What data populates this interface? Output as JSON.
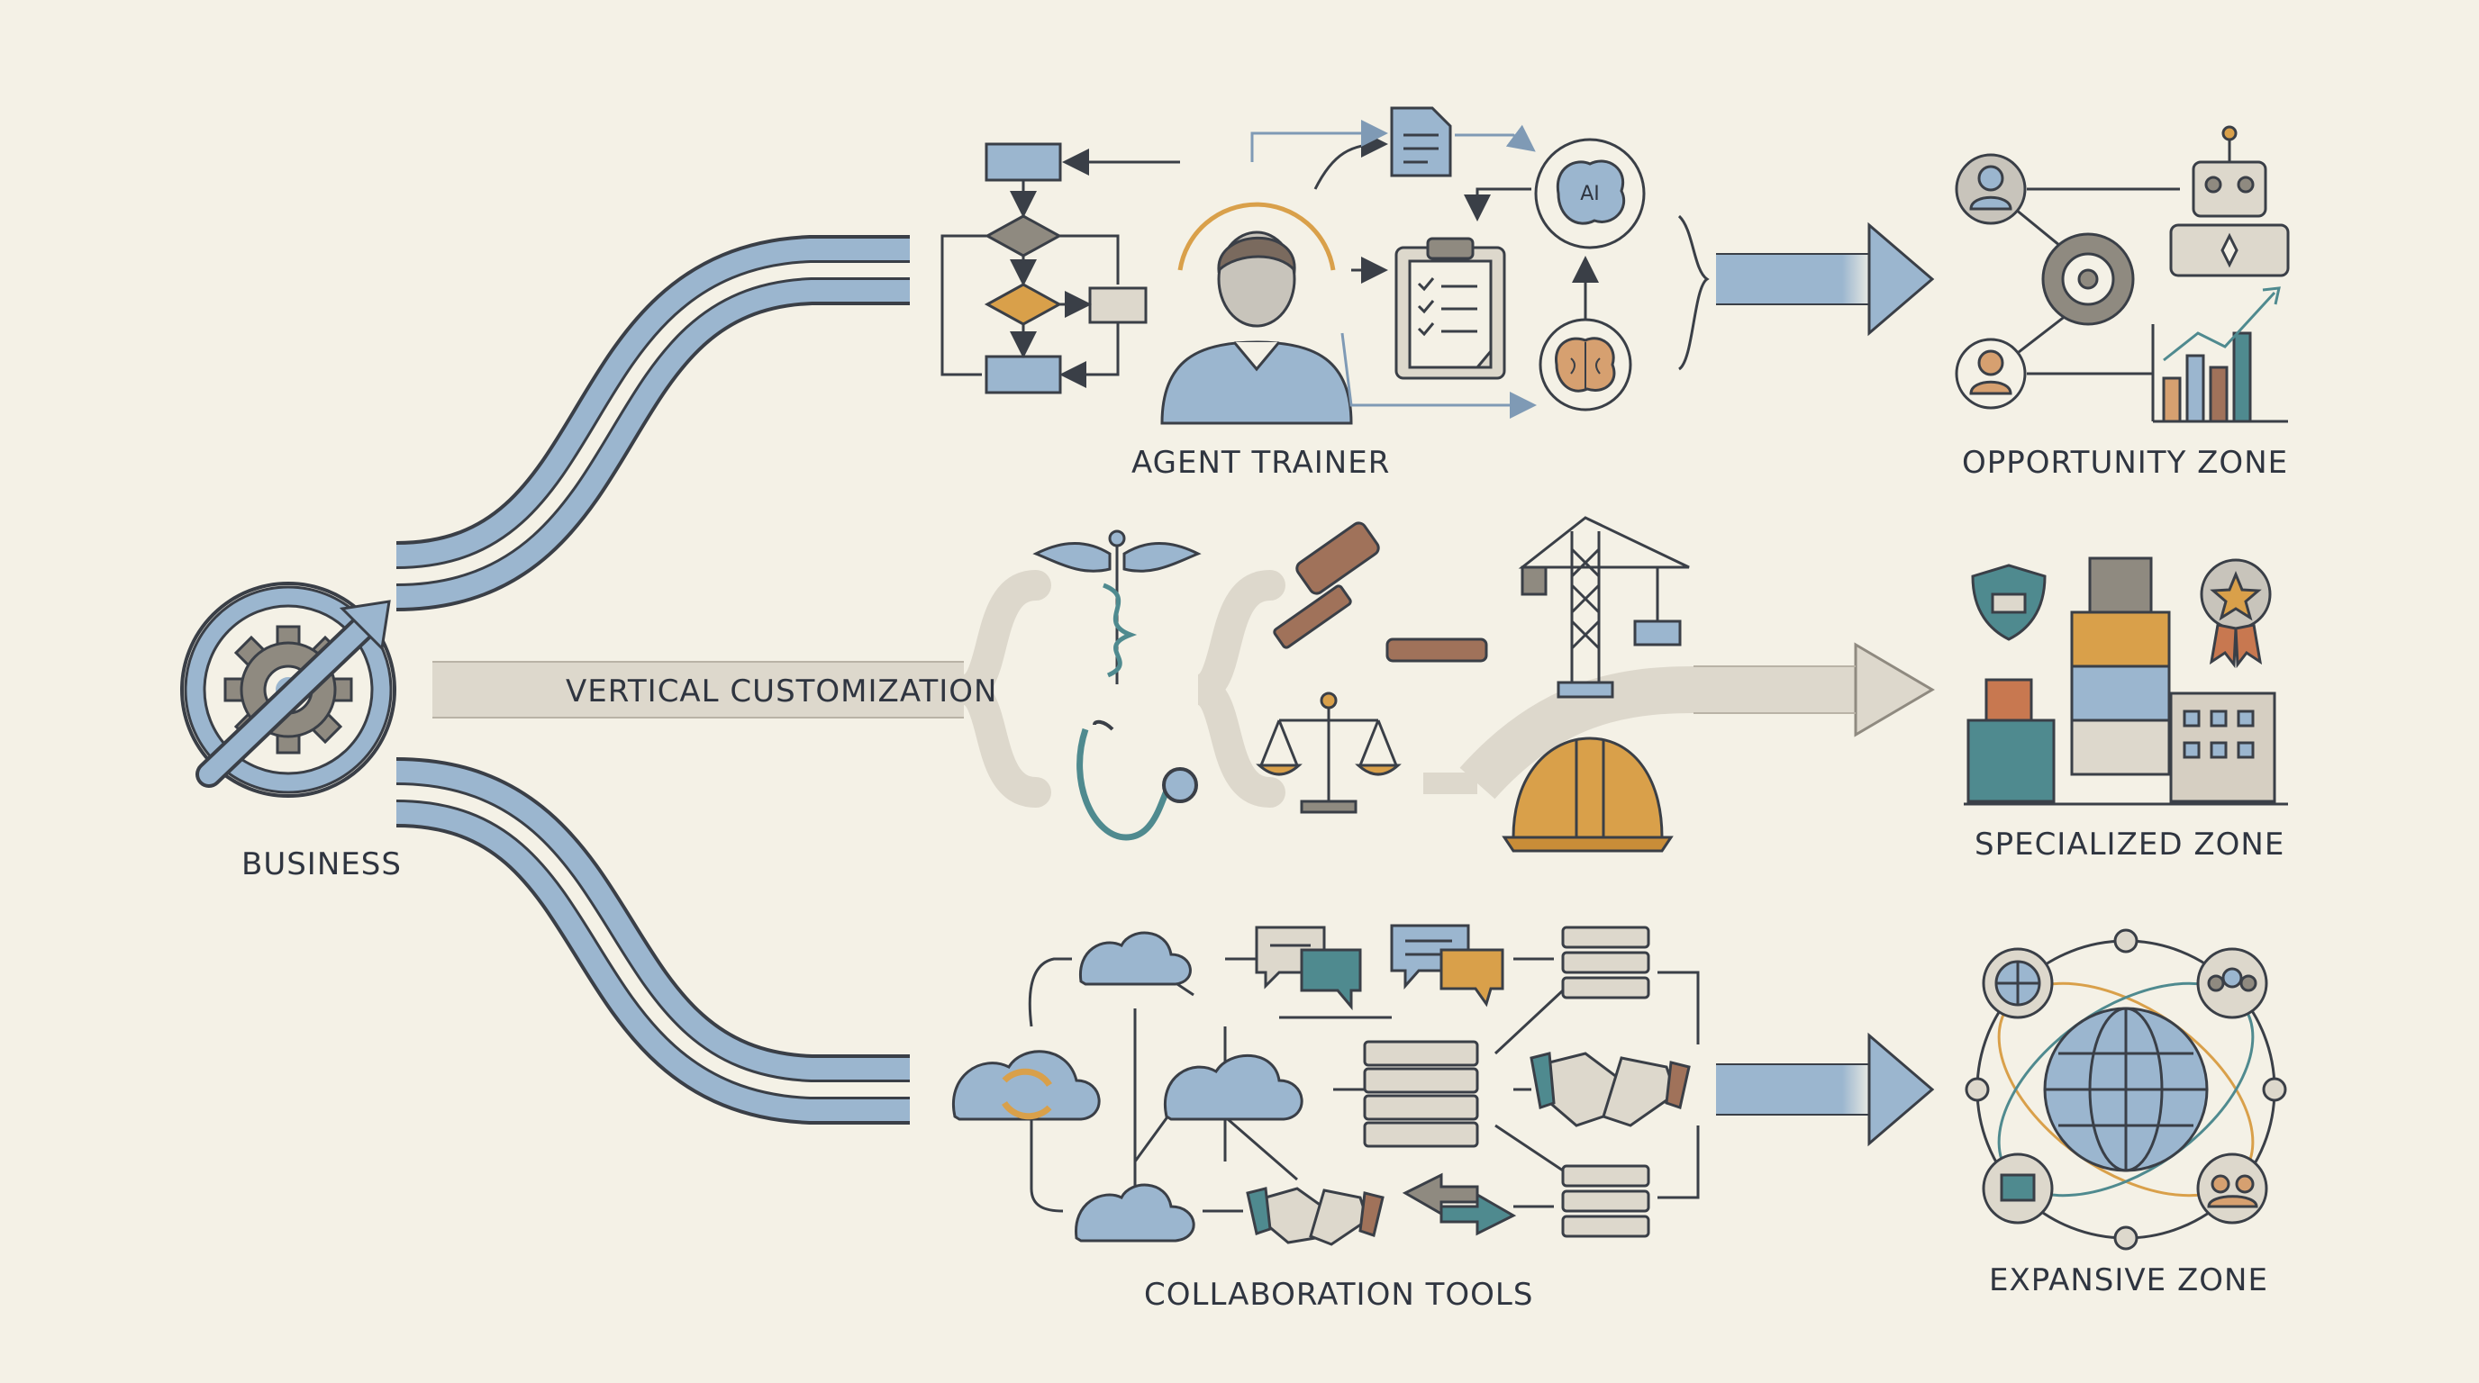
{
  "business": {
    "label": "BUSINESS"
  },
  "paths": {
    "top": {
      "label": "AGENT TRAINER"
    },
    "middle": {
      "label": "VERTICAL CUSTOMIZATION"
    },
    "bottom": {
      "label": "COLLABORATION TOOLS"
    }
  },
  "zones": {
    "opportunity": {
      "label": "OPPORTUNITY ZONE"
    },
    "specialized": {
      "label": "SPECIALIZED ZONE"
    },
    "expansive": {
      "label": "EXPANSIVE ZONE"
    }
  },
  "icons": {
    "brain_badge": "AI"
  },
  "colors": {
    "background": "#f4f1e6",
    "blue": "#9bb6cf",
    "blue_dark": "#6f8fad",
    "gray": "#8f8a80",
    "tan": "#ddd8cc",
    "orange": "#d9a04a",
    "brown": "#a0725a",
    "teal": "#4f8a8f",
    "outline": "#3a3f47"
  }
}
